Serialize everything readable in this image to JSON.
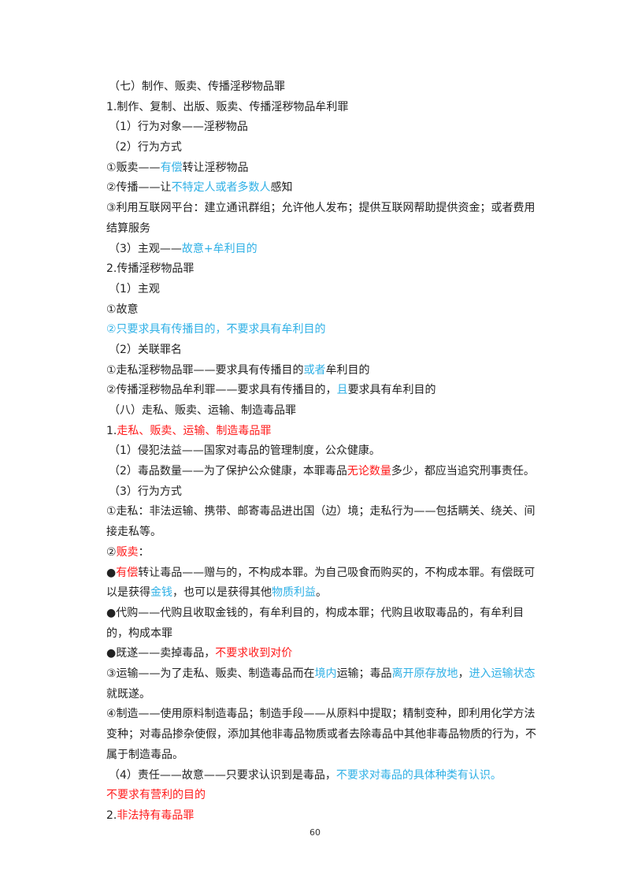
{
  "colors": {
    "text": "#222222",
    "blue": "#2fb0e6",
    "red": "#ff1a1a"
  },
  "lines": [
    {
      "segments": [
        {
          "t": "（七）制作、贩卖、传播淫秽物品罪"
        }
      ]
    },
    {
      "segments": [
        {
          "t": "1.制作、复制、出版、贩卖、传播淫秽物品牟利罪"
        }
      ]
    },
    {
      "segments": [
        {
          "t": "（1）行为对象——淫秽物品"
        }
      ]
    },
    {
      "segments": [
        {
          "t": "（2）行为方式"
        }
      ]
    },
    {
      "segments": [
        {
          "t": "①贩卖——"
        },
        {
          "t": "有偿",
          "c": "blue"
        },
        {
          "t": "转让淫秽物品"
        }
      ]
    },
    {
      "segments": [
        {
          "t": "②传播——让"
        },
        {
          "t": "不特定人或者多数人",
          "c": "blue"
        },
        {
          "t": "感知"
        }
      ]
    },
    {
      "segments": [
        {
          "t": "③利用互联网平台：建立通讯群组；允许他人发布；提供互联网帮助提供资金；或者费用结算服务"
        }
      ]
    },
    {
      "segments": [
        {
          "t": "（3）主观——"
        },
        {
          "t": "故意+牟利目的",
          "c": "blue"
        }
      ]
    },
    {
      "segments": [
        {
          "t": "2.传播淫秽物品罪"
        }
      ]
    },
    {
      "segments": [
        {
          "t": "（1）主观"
        }
      ]
    },
    {
      "segments": [
        {
          "t": "①故意"
        }
      ]
    },
    {
      "segments": [
        {
          "t": "②只要求具有传播目的，不要求具有牟利目的",
          "c": "blue"
        }
      ]
    },
    {
      "segments": [
        {
          "t": "（2）关联罪名"
        }
      ]
    },
    {
      "segments": [
        {
          "t": "①走私淫秽物品罪——要求具有传播目的"
        },
        {
          "t": "或者",
          "c": "blue"
        },
        {
          "t": "牟利目的"
        }
      ]
    },
    {
      "segments": [
        {
          "t": "②传播淫秽物品牟利罪——要求具有传播目的，"
        },
        {
          "t": "且",
          "c": "blue"
        },
        {
          "t": "要求具有牟利目的"
        }
      ]
    },
    {
      "segments": [
        {
          "t": "（八）走私、贩卖、运输、制造毒品罪"
        }
      ]
    },
    {
      "segments": [
        {
          "t": "1."
        },
        {
          "t": "走私、贩卖、运输、制造毒品罪",
          "c": "red"
        }
      ]
    },
    {
      "segments": [
        {
          "t": "（1）侵犯法益——国家对毒品的管理制度，公众健康。"
        }
      ]
    },
    {
      "segments": [
        {
          "t": "（2）毒品数量——为了保护公众健康，本罪毒品"
        },
        {
          "t": "无论数量",
          "c": "red"
        },
        {
          "t": "多少，都应当追究刑事责任。"
        }
      ]
    },
    {
      "segments": [
        {
          "t": "（3）行为方式"
        }
      ]
    },
    {
      "segments": [
        {
          "t": "①走私：非法运输、携带、邮寄毒品进出国（边）境；走私行为——包括瞒关、绕关、间接走私等。"
        }
      ]
    },
    {
      "segments": [
        {
          "t": "②"
        },
        {
          "t": "贩卖",
          "c": "red"
        },
        {
          "t": "："
        }
      ]
    },
    {
      "segments": [
        {
          "t": "●"
        },
        {
          "t": "有偿",
          "c": "red"
        },
        {
          "t": "转让毒品——赠与的，不构成本罪。为自己吸食而购买的，不构成本罪。有偿既可以是获得"
        },
        {
          "t": "金钱",
          "c": "blue"
        },
        {
          "t": "，也可以是获得其他"
        },
        {
          "t": "物质利益",
          "c": "blue"
        },
        {
          "t": "。"
        }
      ]
    },
    {
      "segments": [
        {
          "t": "●代购——代购且收取金钱的，有牟利目的，构成本罪；代购且收取毒品的，有牟利目的，构成本罪"
        }
      ]
    },
    {
      "segments": [
        {
          "t": "●既遂——卖掉毒品，"
        },
        {
          "t": "不要求收到对价",
          "c": "red"
        }
      ]
    },
    {
      "segments": [
        {
          "t": "③运输——为了走私、贩卖、制造毒品而在"
        },
        {
          "t": "境内",
          "c": "blue"
        },
        {
          "t": "运输；毒品"
        },
        {
          "t": "离开原存放地",
          "c": "blue"
        },
        {
          "t": "，"
        },
        {
          "t": "进入运输状态",
          "c": "blue"
        },
        {
          "t": "就既遂。"
        }
      ]
    },
    {
      "segments": [
        {
          "t": "④制造——使用原料制造毒品；制造手段——从原料中提取；精制变种，即利用化学方法变种；对毒品掺杂使假，添加其他非毒品物质或者去除毒品中其他非毒品物质的行为，不属于制造毒品。"
        }
      ]
    },
    {
      "segments": [
        {
          "t": "（4）责任——故意——只要求认识到是毒品，"
        },
        {
          "t": "不要求对毒品的具体种类有认识。",
          "c": "blue"
        }
      ]
    },
    {
      "segments": [
        {
          "t": "不要求有营利的目的",
          "c": "red"
        }
      ]
    },
    {
      "segments": [
        {
          "t": "2."
        },
        {
          "t": "非法持有毒品罪",
          "c": "red"
        }
      ]
    }
  ],
  "page_number": "60"
}
